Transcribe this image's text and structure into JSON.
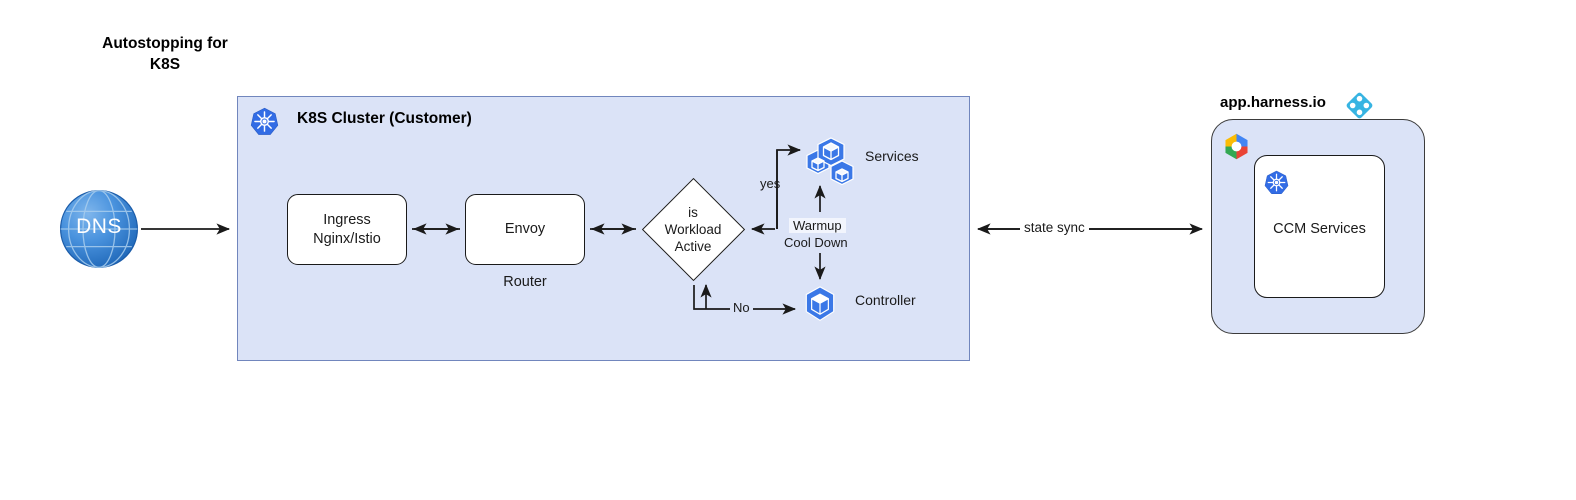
{
  "diagram": {
    "title": "Autostopping for\nK8S",
    "background": "#ffffff"
  },
  "cluster": {
    "title": "K8S Cluster (Customer)",
    "icon": "kubernetes-icon",
    "fill": "#dbe3f7",
    "border": "#7186bd"
  },
  "dns": {
    "label": "DNS",
    "icon": "globe-icon",
    "color": "#2f7fd1"
  },
  "nodes": {
    "ingress": {
      "label": "Ingress\nNginx/Istio"
    },
    "envoy": {
      "label": "Envoy",
      "sublabel": "Router"
    },
    "decision": {
      "label": "is\nWorkload\nActive"
    },
    "services": {
      "label": "Services",
      "icon": "kubernetes-pods-icon"
    },
    "controller": {
      "label": "Controller",
      "icon": "kubernetes-pod-icon"
    }
  },
  "edges": {
    "yes_label": "yes",
    "no_label": "No",
    "state_sync_label": "state sync",
    "warmup_label": "Warmup",
    "cooldown_label": "Cool Down"
  },
  "harness": {
    "label": "app.harness.io",
    "logo": "harness-logo-icon",
    "cloud_logo": "google-cloud-icon",
    "ccm": {
      "label": "CCM Services",
      "icon": "kubernetes-icon"
    },
    "fill": "#dbe3f7"
  },
  "colors": {
    "k8s_blue": "#326ce5",
    "panel_fill": "#dbe3f7",
    "panel_border": "#7186bd",
    "line": "#1a1a1a",
    "harness_blue": "#37b4e2",
    "gcp_blue": "#4285f4",
    "gcp_yellow": "#fbbc05",
    "gcp_red": "#ea4335",
    "gcp_green": "#34a853"
  }
}
